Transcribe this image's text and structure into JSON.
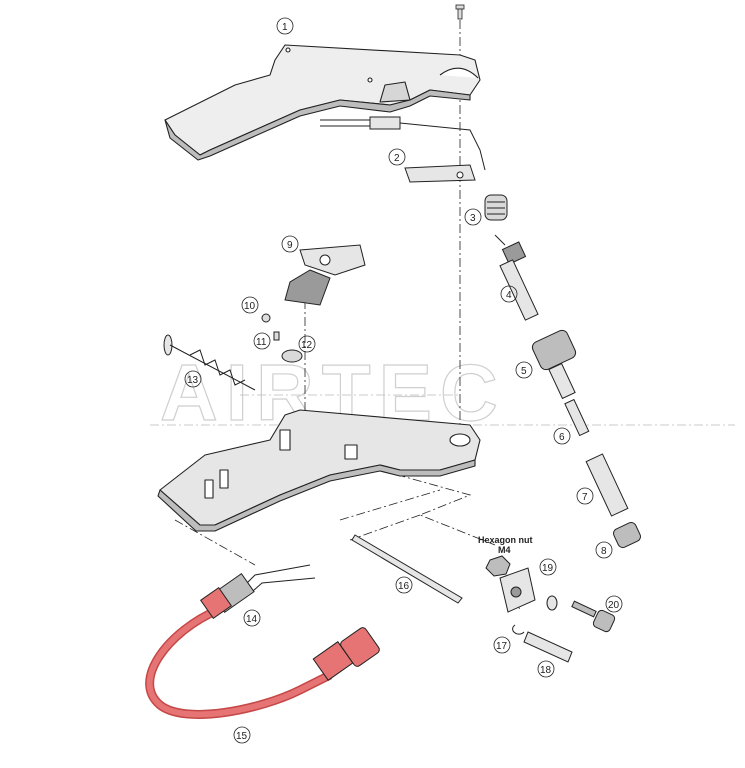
{
  "watermark": "AIRTEC",
  "note_label": [
    "Hexagon nut",
    "M4"
  ],
  "callouts": [
    "1",
    "2",
    "3",
    "4",
    "5",
    "6",
    "7",
    "8",
    "9",
    "10",
    "11",
    "12",
    "13",
    "14",
    "15",
    "16",
    "17",
    "18",
    "19",
    "20"
  ],
  "colors": {
    "line": "#222222",
    "part_fill": "#e6e6e6",
    "part_dark": "#9a9a9a",
    "cable_highlight": "#e77474",
    "cable_highlight_dark": "#c44848",
    "watermark": "#cfcfcf"
  }
}
